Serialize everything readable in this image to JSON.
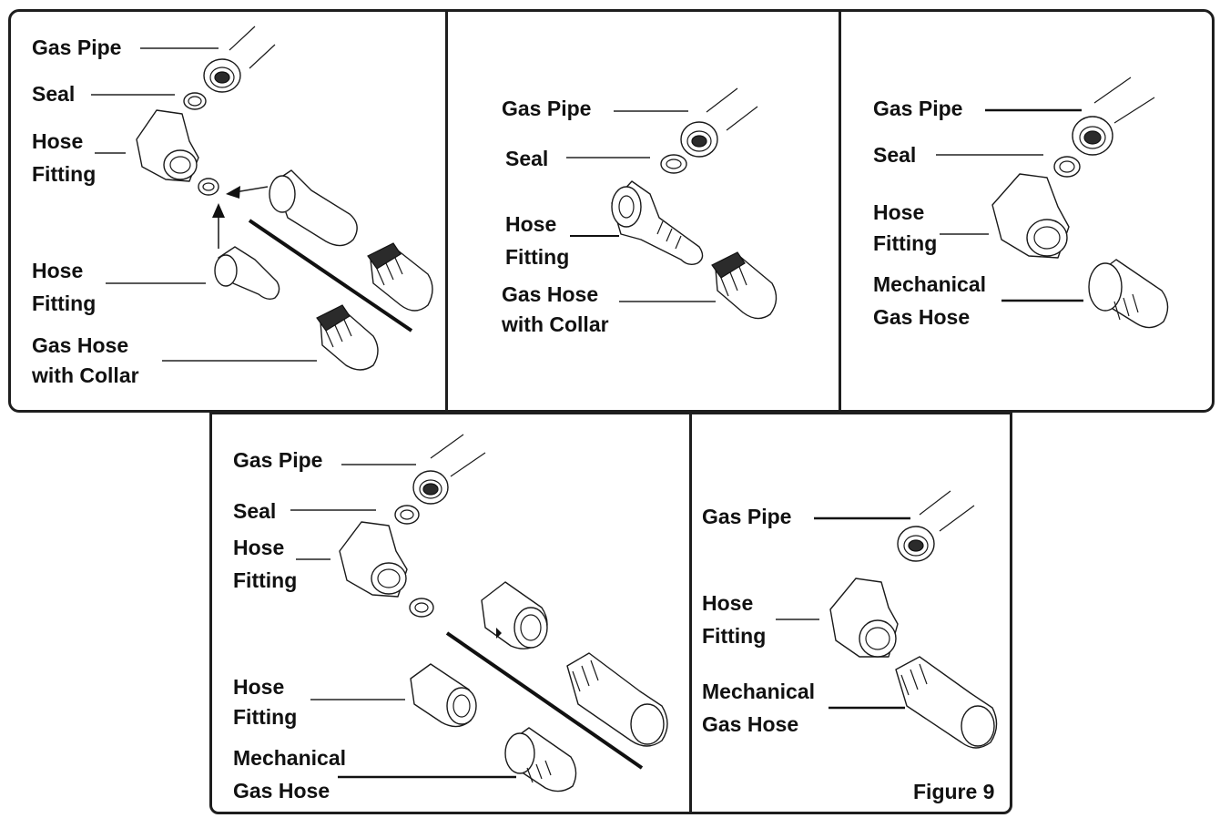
{
  "panels": [
    {
      "id": "panel-1",
      "labels": {
        "gas_pipe": "Gas Pipe",
        "seal": "Seal",
        "hose_fitting_1": "Hose",
        "hose_fitting_2": "Fitting",
        "hose_fitting_b1": "Hose",
        "hose_fitting_b2": "Fitting",
        "gas_hose_1": "Gas Hose",
        "gas_hose_2": "with Collar"
      }
    },
    {
      "id": "panel-2",
      "labels": {
        "gas_pipe": "Gas Pipe",
        "seal": "Seal",
        "hose_fitting_1": "Hose",
        "hose_fitting_2": "Fitting",
        "gas_hose_1": "Gas Hose",
        "gas_hose_2": "with Collar"
      }
    },
    {
      "id": "panel-3",
      "labels": {
        "gas_pipe": "Gas Pipe",
        "seal": "Seal",
        "hose_fitting_1": "Hose",
        "hose_fitting_2": "Fitting",
        "mech_hose_1": "Mechanical",
        "mech_hose_2": "Gas Hose"
      }
    },
    {
      "id": "panel-4",
      "labels": {
        "gas_pipe": "Gas Pipe",
        "seal": "Seal",
        "hose_fitting_1": "Hose",
        "hose_fitting_2": "Fitting",
        "hose_fitting_b1": "Hose",
        "hose_fitting_b2": "Fitting",
        "mech_hose_1": "Mechanical",
        "mech_hose_2": "Gas Hose"
      }
    },
    {
      "id": "panel-5",
      "labels": {
        "gas_pipe": "Gas Pipe",
        "hose_fitting_1": "Hose",
        "hose_fitting_2": "Fitting",
        "mech_hose_1": "Mechanical",
        "mech_hose_2": "Gas Hose"
      },
      "caption": "Figure 9"
    }
  ]
}
